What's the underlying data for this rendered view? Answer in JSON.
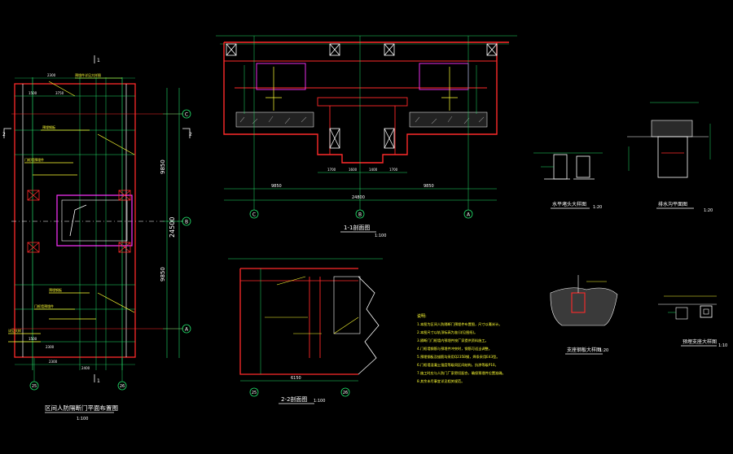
{
  "plan": {
    "title": "区间人防隔断门平面布置图",
    "scale": "1:100",
    "dims_right": [
      "9850",
      "24500",
      "9850"
    ],
    "axes": [
      "C",
      "B",
      "A"
    ],
    "section_marks": [
      "2",
      "2",
      "1",
      "1"
    ],
    "bottom_axes": [
      "25",
      "26"
    ],
    "top_dims": [
      "2300",
      "1500",
      "3750"
    ],
    "bottom_dims": [
      "2300",
      "1500",
      "2300",
      "2400"
    ]
  },
  "section11": {
    "title": "1-1剖面图",
    "scale": "1:100",
    "total_dim": "24800",
    "sub_dims": [
      "9850",
      "9850"
    ],
    "axes": [
      "C",
      "B",
      "A"
    ],
    "detail_dims": [
      "1700",
      "1600",
      "1400",
      "1700"
    ]
  },
  "section22": {
    "title": "2-2剖面图",
    "scale": "1:100",
    "dim": "6150",
    "axes": [
      "25",
      "26"
    ]
  },
  "notes": {
    "heading": "说明:",
    "lines": [
      "1.本图为区间人防隔断门预埋件布置图，尺寸以毫米计。",
      "2.本图尺寸以轨顶标高为准(详见图纸)。",
      "3.隔断门门框墙内预埋件按厂家提供资料施工。",
      "4.门框墙钢筋与预埋件冲突时，钢筋可适当调整。",
      "5.预埋钢板及锚筋均采用Q235B钢，焊条采用E43型。",
      "6.门框墙混凝土强度等级同区间结构，抗渗等级P10。",
      "7.施工时应与人防门厂家密切配合，确保预埋件位置准确。",
      "8.其余未尽事宜详见相关规范。"
    ]
  },
  "details": {
    "water_stop": {
      "title": "水平堵头大样图",
      "scale": "1:20"
    },
    "drain": {
      "title": "排水沟平面图",
      "scale": "1:20"
    },
    "support": {
      "title": "支座钢板大样图",
      "scale": "1:20"
    },
    "plate": {
      "title": "预埋支座大样图",
      "scale": "1:10"
    }
  },
  "colors": {
    "structure": "#ff2a2a",
    "dimension": "#22e06b",
    "annotation": "#ffff33",
    "frame": "#ff33ff",
    "text": "#ffffff",
    "background": "#000000"
  }
}
